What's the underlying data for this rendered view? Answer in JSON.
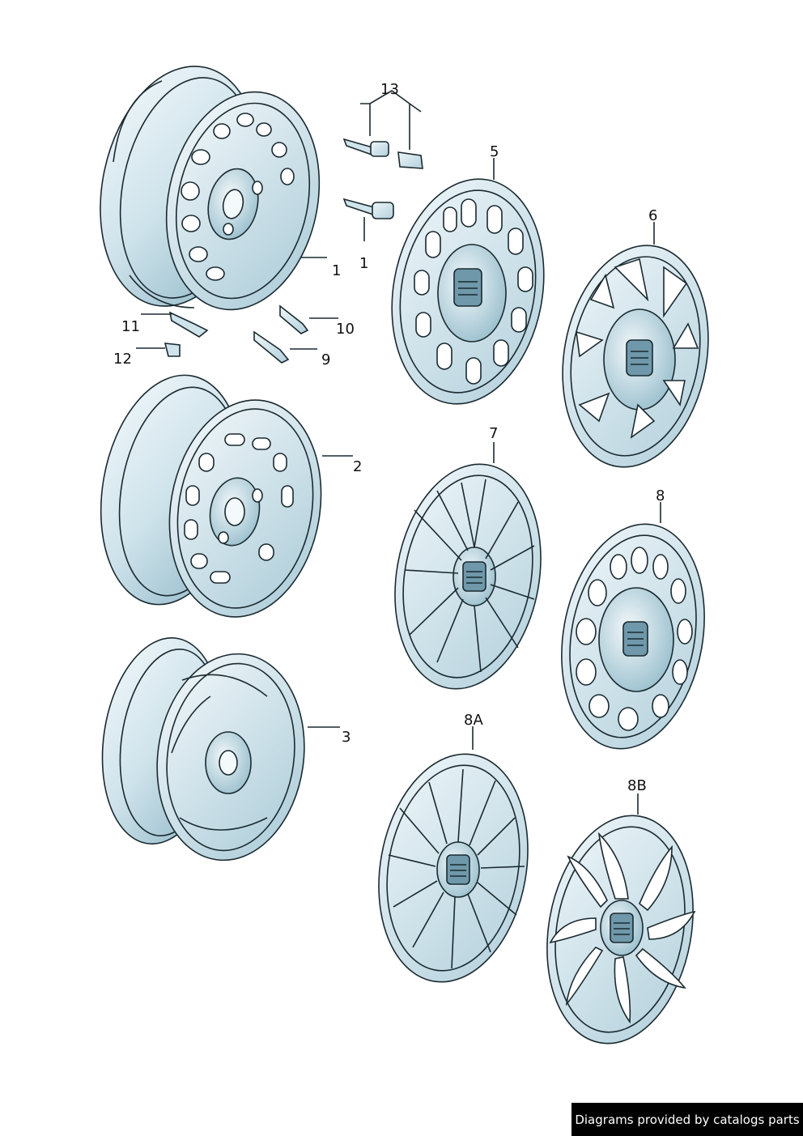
{
  "callouts": {
    "c1a": "1",
    "c1b": "1",
    "c2": "2",
    "c3": "3",
    "c5": "5",
    "c6": "6",
    "c7": "7",
    "c8": "8",
    "c8a": "8A",
    "c8b": "8B",
    "c9": "9",
    "c10": "10",
    "c11": "11",
    "c12": "12",
    "c13": "13"
  },
  "credit": "Diagrams provided by catalogs parts",
  "colors": {
    "fill_light": "#e9f3f7",
    "fill_mid": "#cfe3eb",
    "fill_dark": "#9fc3d1",
    "fill_deep": "#7fa9bb",
    "outline": "#1a2a30",
    "credit_bg": "#000000"
  }
}
